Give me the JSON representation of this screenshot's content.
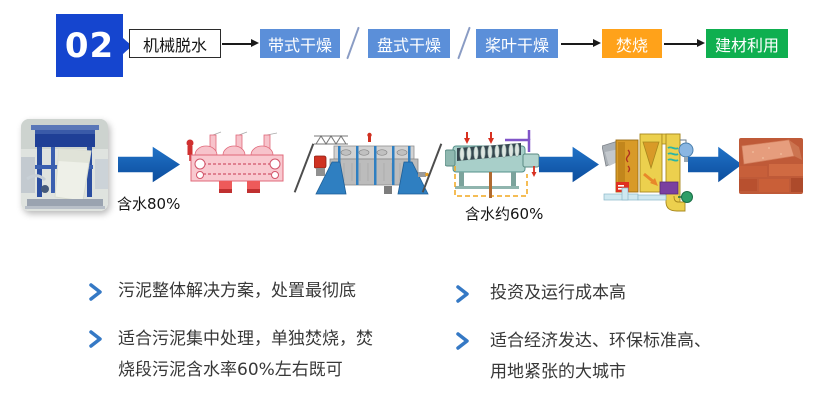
{
  "colors": {
    "badge_blue": "#1545CF",
    "flow_step_blue": "#5B8FD9",
    "flow_step_orange": "#FFA21A",
    "flow_step_green": "#0FAF50",
    "process_arrow_blue": "#0B4C9C",
    "bullet_chevron_blue": "#3579C5"
  },
  "step_badge": {
    "number": "02"
  },
  "flow": {
    "separator": "/",
    "steps": [
      {
        "label": "机械脱水"
      },
      {
        "label": "带式干燥"
      },
      {
        "label": "盘式干燥"
      },
      {
        "label": "桨叶干燥"
      },
      {
        "label": "焚烧"
      },
      {
        "label": "建材利用"
      }
    ]
  },
  "process": {
    "moisture_80": "含水80%",
    "moisture_60": "含水约60%",
    "equipment": [
      "belt-filter-press-photo",
      "belt-dryer-diagram",
      "disc-dryer-diagram",
      "paddle-dryer-diagram",
      "incinerator-diagram",
      "bricks-photo"
    ]
  },
  "bullets": {
    "left": [
      {
        "line1": "污泥整体解决方案，处置最彻底",
        "line2": ""
      },
      {
        "line1": "适合污泥集中处理，单独焚烧，焚",
        "line2": "烧段污泥含水率60%左右既可"
      }
    ],
    "right": [
      {
        "line1": "投资及运行成本高",
        "line2": ""
      },
      {
        "line1": "适合经济发达、环保标准高、",
        "line2": "用地紧张的大城市"
      }
    ]
  }
}
